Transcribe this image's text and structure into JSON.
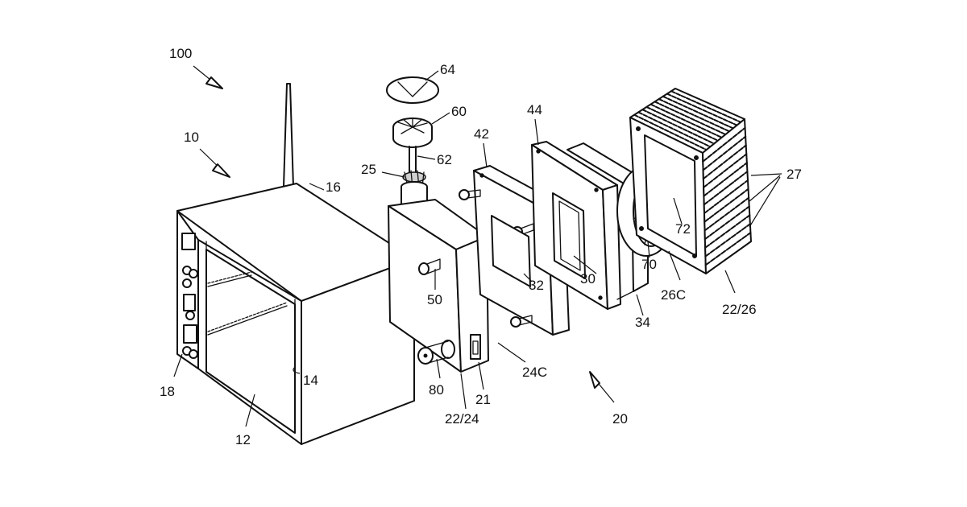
{
  "figure": {
    "labels": {
      "l100": "100",
      "l10": "10",
      "l16": "16",
      "l14": "14",
      "l12": "12",
      "l18": "18",
      "l64": "64",
      "l60": "60",
      "l62": "62",
      "l25": "25",
      "l42": "42",
      "l44": "44",
      "l27": "27",
      "l72": "72",
      "l26C": "26C",
      "l70": "70",
      "l30": "30",
      "l32": "32",
      "l34": "34",
      "l50": "50",
      "l80": "80",
      "l21": "21",
      "l22_24": "22/24",
      "l24C": "24C",
      "l20": "20",
      "l22_26": "22/26"
    }
  }
}
